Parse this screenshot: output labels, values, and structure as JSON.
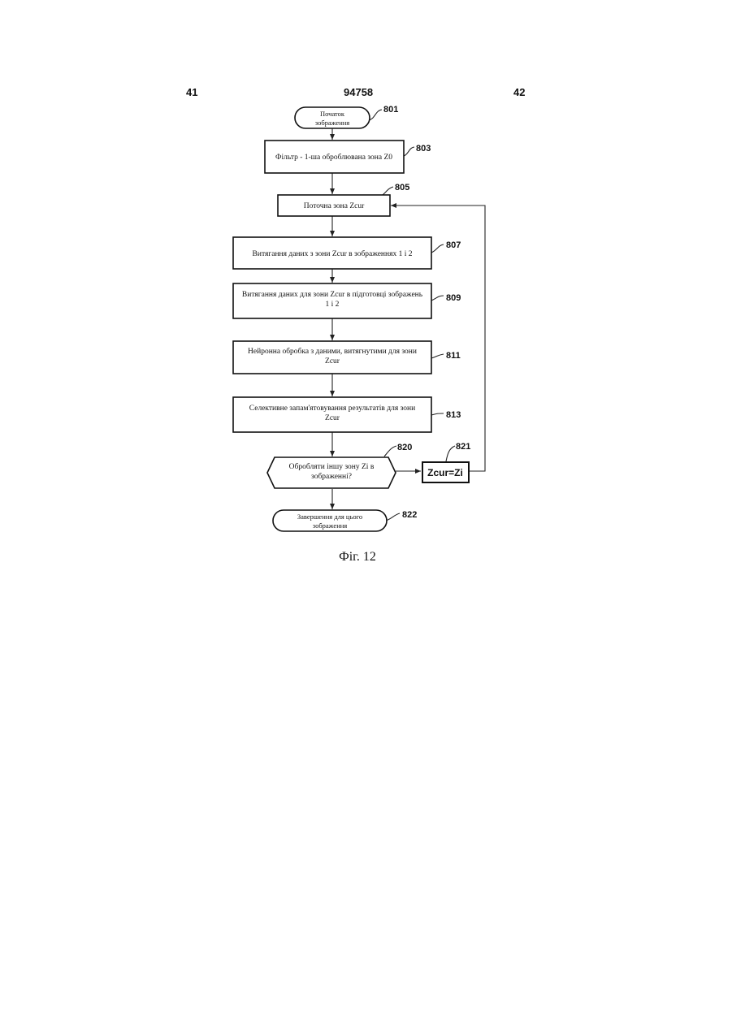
{
  "header": {
    "left": "41",
    "center": "94758",
    "right": "42"
  },
  "flowchart": {
    "start": {
      "lines": [
        "Початок",
        "зображення"
      ],
      "ref": "801"
    },
    "filter": {
      "lines": [
        "Фільтр - 1-ша оброблювана зона Z0"
      ],
      "ref": "803"
    },
    "current_zone": {
      "lines": [
        "Поточна зона Zcur"
      ],
      "ref": "805"
    },
    "extract_images": {
      "lines": [
        "Витягання даних з зони Zcur в зображеннях 1 і 2"
      ],
      "ref": "807"
    },
    "extract_prep": {
      "lines": [
        "Витягання даних для зони Zcur в підготовці зображень",
        "1 і 2"
      ],
      "ref": "809"
    },
    "neural": {
      "lines": [
        "Нейронна обробка з даними, витягнутими для зони",
        "Zcur"
      ],
      "ref": "811"
    },
    "selective": {
      "lines": [
        "Селективне запам'ятовування результатів для зони",
        "Zcur"
      ],
      "ref": "813"
    },
    "decision": {
      "lines": [
        "Обробляти іншу зону Zi в",
        "зображенні?"
      ],
      "ref": "820"
    },
    "assign": {
      "lines": [
        "Zcur=Zi"
      ],
      "ref": "821"
    },
    "end": {
      "lines": [
        "Завершення для цього",
        "зображення"
      ],
      "ref": "822"
    }
  },
  "caption": "Фіг. 12"
}
